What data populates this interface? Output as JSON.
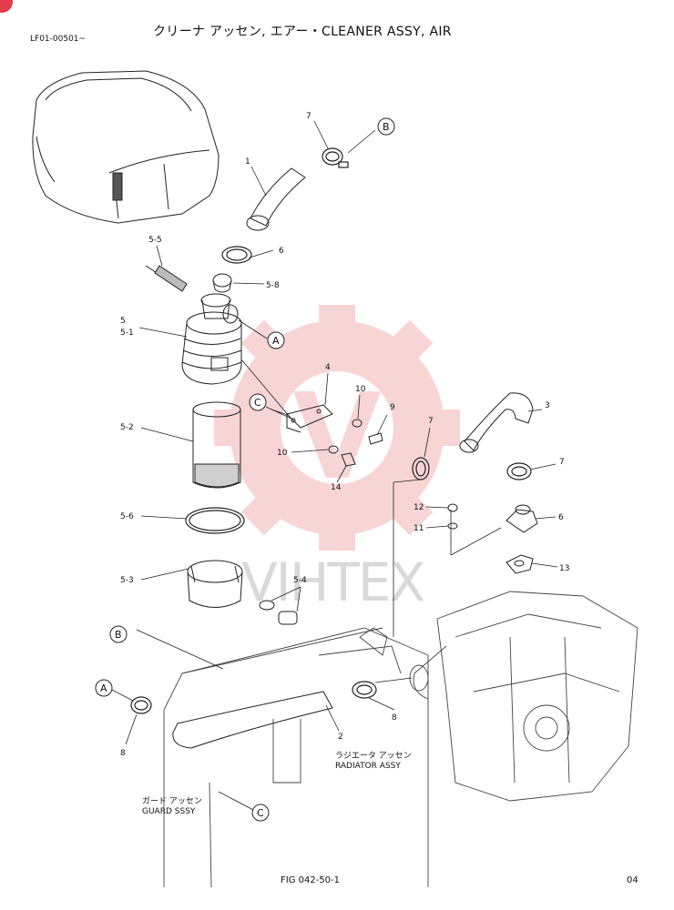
{
  "header": {
    "title": "クリーナ アッセン, エアー・CLEANER ASSY, AIR",
    "serial": "LF01-00501~"
  },
  "footer": {
    "figure": "FIG 042-50-1",
    "page": "04"
  },
  "watermark": {
    "text": "VIHTEX",
    "gear_color": "#f4b3b3",
    "text_color": "#d9d9d9"
  },
  "notes": {
    "radiator_jp": "ラジエータ アッセン",
    "radiator_en": "RADIATOR ASSY",
    "guard_jp": "ガード アッセン",
    "guard_en": "GUARD SSSY"
  },
  "callouts": {
    "a_top": "A",
    "a_bottom": "A",
    "b_top": "B",
    "b_bottom": "B",
    "c_mid": "C",
    "c_bottom": "C"
  },
  "part_labels": {
    "p1": "1",
    "p2": "2",
    "p3": "3",
    "p4": "4",
    "p5": "5",
    "p5_1": "5-1",
    "p5_2": "5-2",
    "p5_3": "5-3",
    "p5_4": "5-4",
    "p5_5": "5-5",
    "p5_6": "5-6",
    "p5_8": "5-8",
    "p6_top": "6",
    "p6_right": "6",
    "p7_top": "7",
    "p7_mid": "7",
    "p7_right": "7",
    "p8_left": "8",
    "p8_mid": "8",
    "p9": "9",
    "p10_top": "10",
    "p10_bottom": "10",
    "p11": "11",
    "p12": "12",
    "p13": "13",
    "p14": "14"
  }
}
